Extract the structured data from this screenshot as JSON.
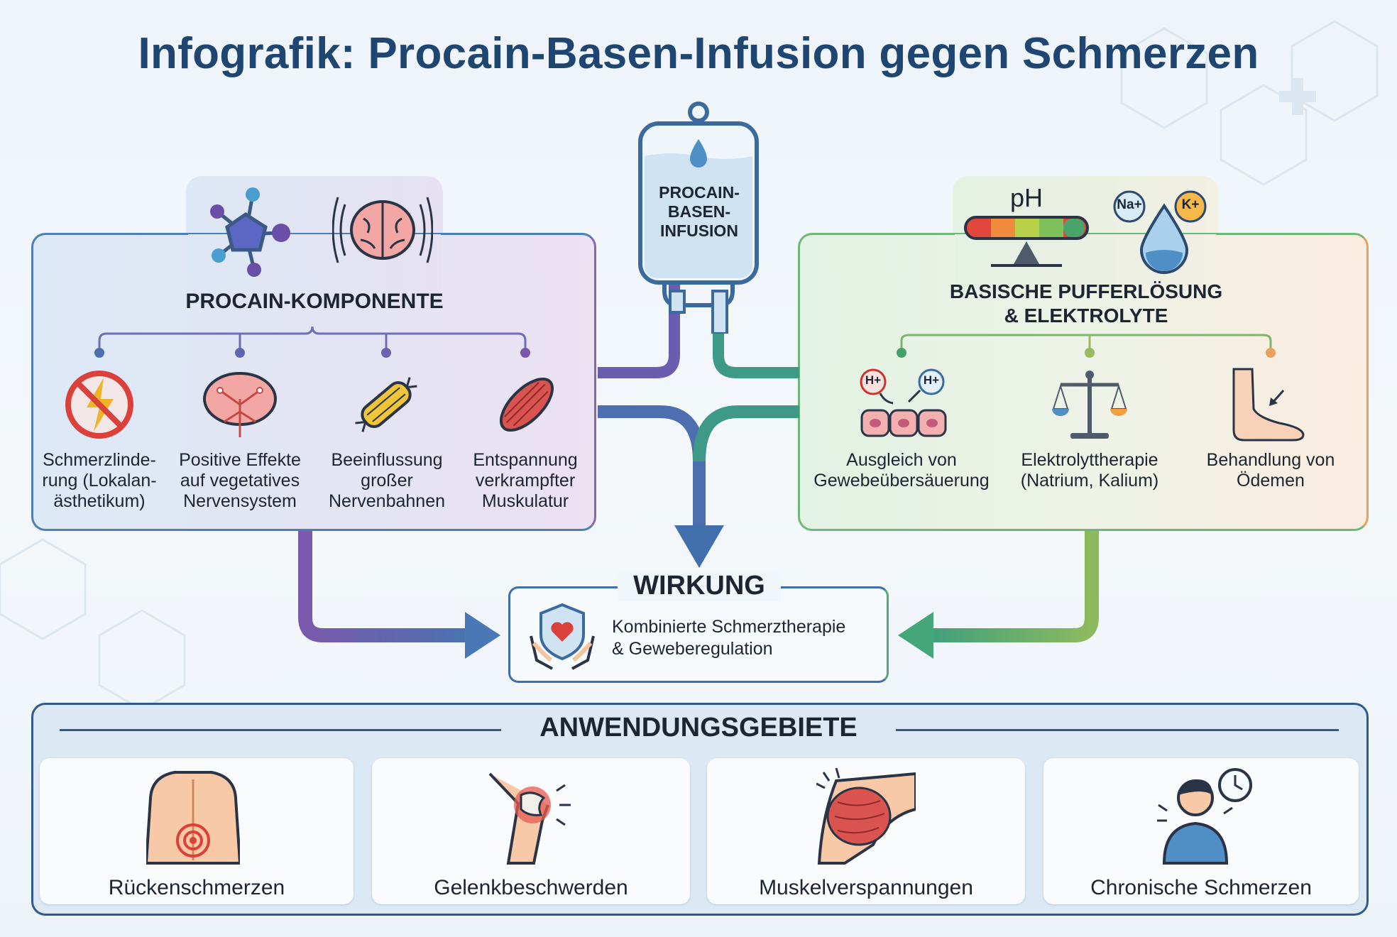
{
  "title": "Infografik: Procain-Basen-Infusion gegen Schmerzen",
  "infusion_bag": {
    "label": "PROCAIN-\nBASEN-\nINFUSION",
    "icon": "iv-bag-icon"
  },
  "left_panel": {
    "heading": "PROCAIN-KOMPONENTE",
    "items": [
      {
        "label": "Schmerzlinde-\nrung (Lokalan-\nästhetikum)",
        "icon": "no-pain-icon"
      },
      {
        "label": "Positive Effekte\nauf vegetatives\nNervensystem",
        "icon": "brain-nerves-icon"
      },
      {
        "label": "Beeinflussung\ngroßer\nNervenbahnen",
        "icon": "nerve-bundle-icon"
      },
      {
        "label": "Entspannung\nverkrampfter\nMuskulatur",
        "icon": "muscle-icon"
      }
    ]
  },
  "right_panel": {
    "heading": "BASISCHE PUFFERLÖSUNG\n& ELEKTROLYTE",
    "ph_label": "pH",
    "ions": [
      "Na+",
      "K+"
    ],
    "items": [
      {
        "label": "Ausgleich von\nGewebeübersäuerung",
        "icon": "tissue-cells-icon",
        "ions": [
          "H+",
          "H+"
        ]
      },
      {
        "label": "Elektrolyttherapie\n(Natrium, Kalium)",
        "icon": "balance-scale-icon"
      },
      {
        "label": "Behandlung von\nÖdemen",
        "icon": "foot-icon"
      }
    ]
  },
  "wirkung": {
    "title": "WIRKUNG",
    "text": "Kombinierte Schmerztherapie\n& Geweberegulation",
    "icon": "shield-heart-hands-icon"
  },
  "anwendungsgebiete": {
    "title": "ANWENDUNGSGEBIETE",
    "cards": [
      {
        "label": "Rückenschmerzen",
        "icon": "back-pain-icon"
      },
      {
        "label": "Gelenkbeschwerden",
        "icon": "knee-joint-icon"
      },
      {
        "label": "Muskelverspannungen",
        "icon": "shoulder-muscle-icon"
      },
      {
        "label": "Chronische Schmerzen",
        "icon": "person-clock-icon"
      }
    ]
  },
  "colors": {
    "title": "#1f4670",
    "procain": "#5b5fb0",
    "basen": "#4fa86e",
    "orange": "#e8a05a",
    "pain_red": "#d9413a"
  }
}
